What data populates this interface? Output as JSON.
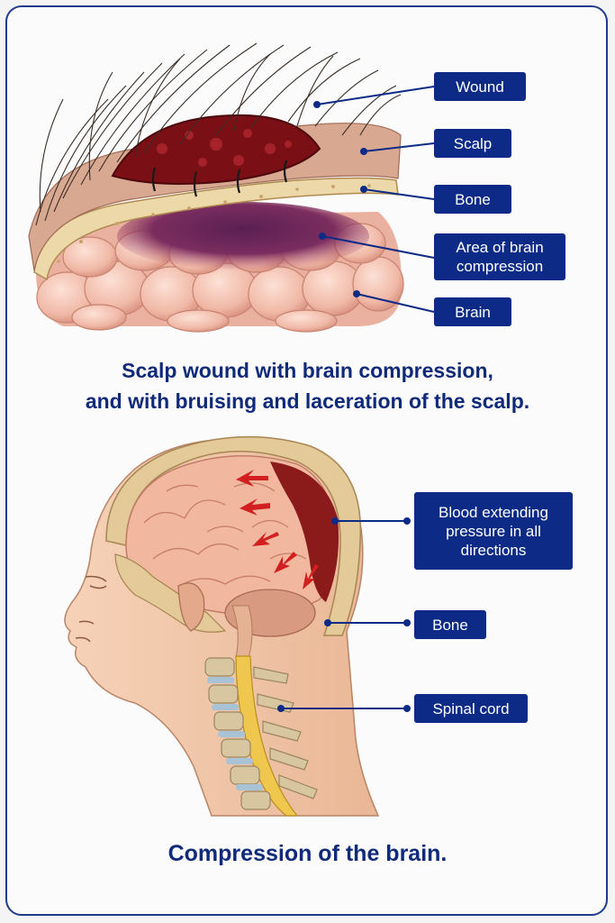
{
  "top_labels": {
    "wound": "Wound",
    "scalp": "Scalp",
    "bone": "Bone",
    "compression": "Area of brain compression",
    "brain": "Brain"
  },
  "caption_top_line1": "Scalp wound with brain compression,",
  "caption_top_line2": "and with bruising and laceration of the scalp.",
  "bottom_labels": {
    "blood": "Blood extending pressure in all directions",
    "bone": "Bone",
    "spinal_cord": "Spinal cord"
  },
  "caption_bottom": "Compression of the brain.",
  "colors": {
    "label_bg": "#0d2b86",
    "caption_text": "#102a7a",
    "blood": "#8b1a1a",
    "arrow": "#d21f1f"
  },
  "icons": {
    "callout_dot": "filled-circle",
    "pressure_arrow": "red-arrow"
  }
}
